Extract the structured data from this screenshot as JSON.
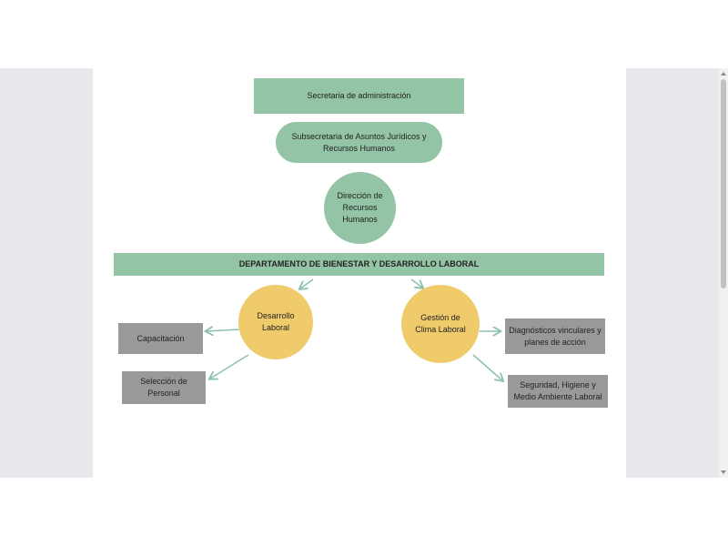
{
  "diagram": {
    "secretaria": "Secretaria de administración",
    "subsecretaria": "Subsecretaria de Asuntos Jurídicos y Recursos Humanos",
    "direccion": "Dirección de Recursos Humanos",
    "departamento": "DEPARTAMENTO DE BIENESTAR Y DESARROLLO LABORAL",
    "desarrollo": "Desarrollo Laboral",
    "gestion": "Gestión de Clima Laboral",
    "capacitacion": "Capacitación",
    "seleccion": "Selección de Personal",
    "diagnosticos": "Diagnósticos vinculares y planes de acción",
    "seguridad": "Seguridad, Higiene y Medio Ambiente Laboral"
  },
  "colors": {
    "green": "#93c4a5",
    "yellow": "#efcb6c",
    "gray": "#999999",
    "arrow": "#8cc2aa"
  }
}
